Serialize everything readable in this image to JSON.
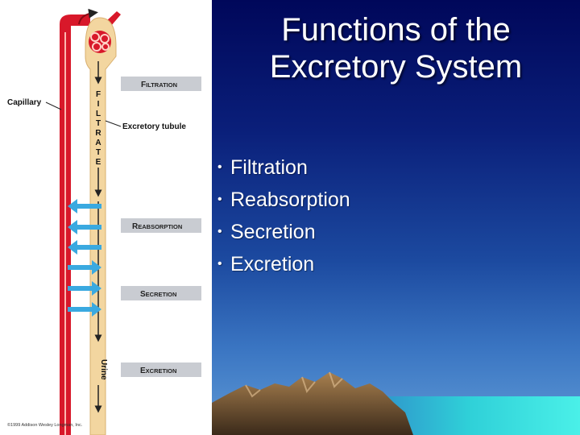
{
  "slide": {
    "title_lines": [
      "Functions of the",
      "Excretory System"
    ],
    "bullet_char": "•",
    "bullets": [
      "Filtration",
      "Reabsorption",
      "Secretion",
      "Excretion"
    ]
  },
  "figure": {
    "labels": {
      "capillary": "Capillary",
      "excretory_tubule": "Excretory tubule",
      "filtrate_letters": [
        "F",
        "I",
        "L",
        "T",
        "R",
        "A",
        "T",
        "E"
      ],
      "urine": "Urine",
      "copyright": "©1999 Addison Wesley Longman, Inc."
    },
    "process_boxes": [
      {
        "lead": "F",
        "rest": "ILTRATION"
      },
      {
        "lead": "R",
        "rest": "EABSORPTION"
      },
      {
        "lead": "S",
        "rest": "ECRETION"
      },
      {
        "lead": "E",
        "rest": "XCRETION"
      }
    ],
    "colors": {
      "capillary_red": "#d8182a",
      "tubule_tan": "#f3d6a0",
      "box_gray": "#c9ccd2",
      "arrow_blue": "#3aa9e0"
    }
  }
}
